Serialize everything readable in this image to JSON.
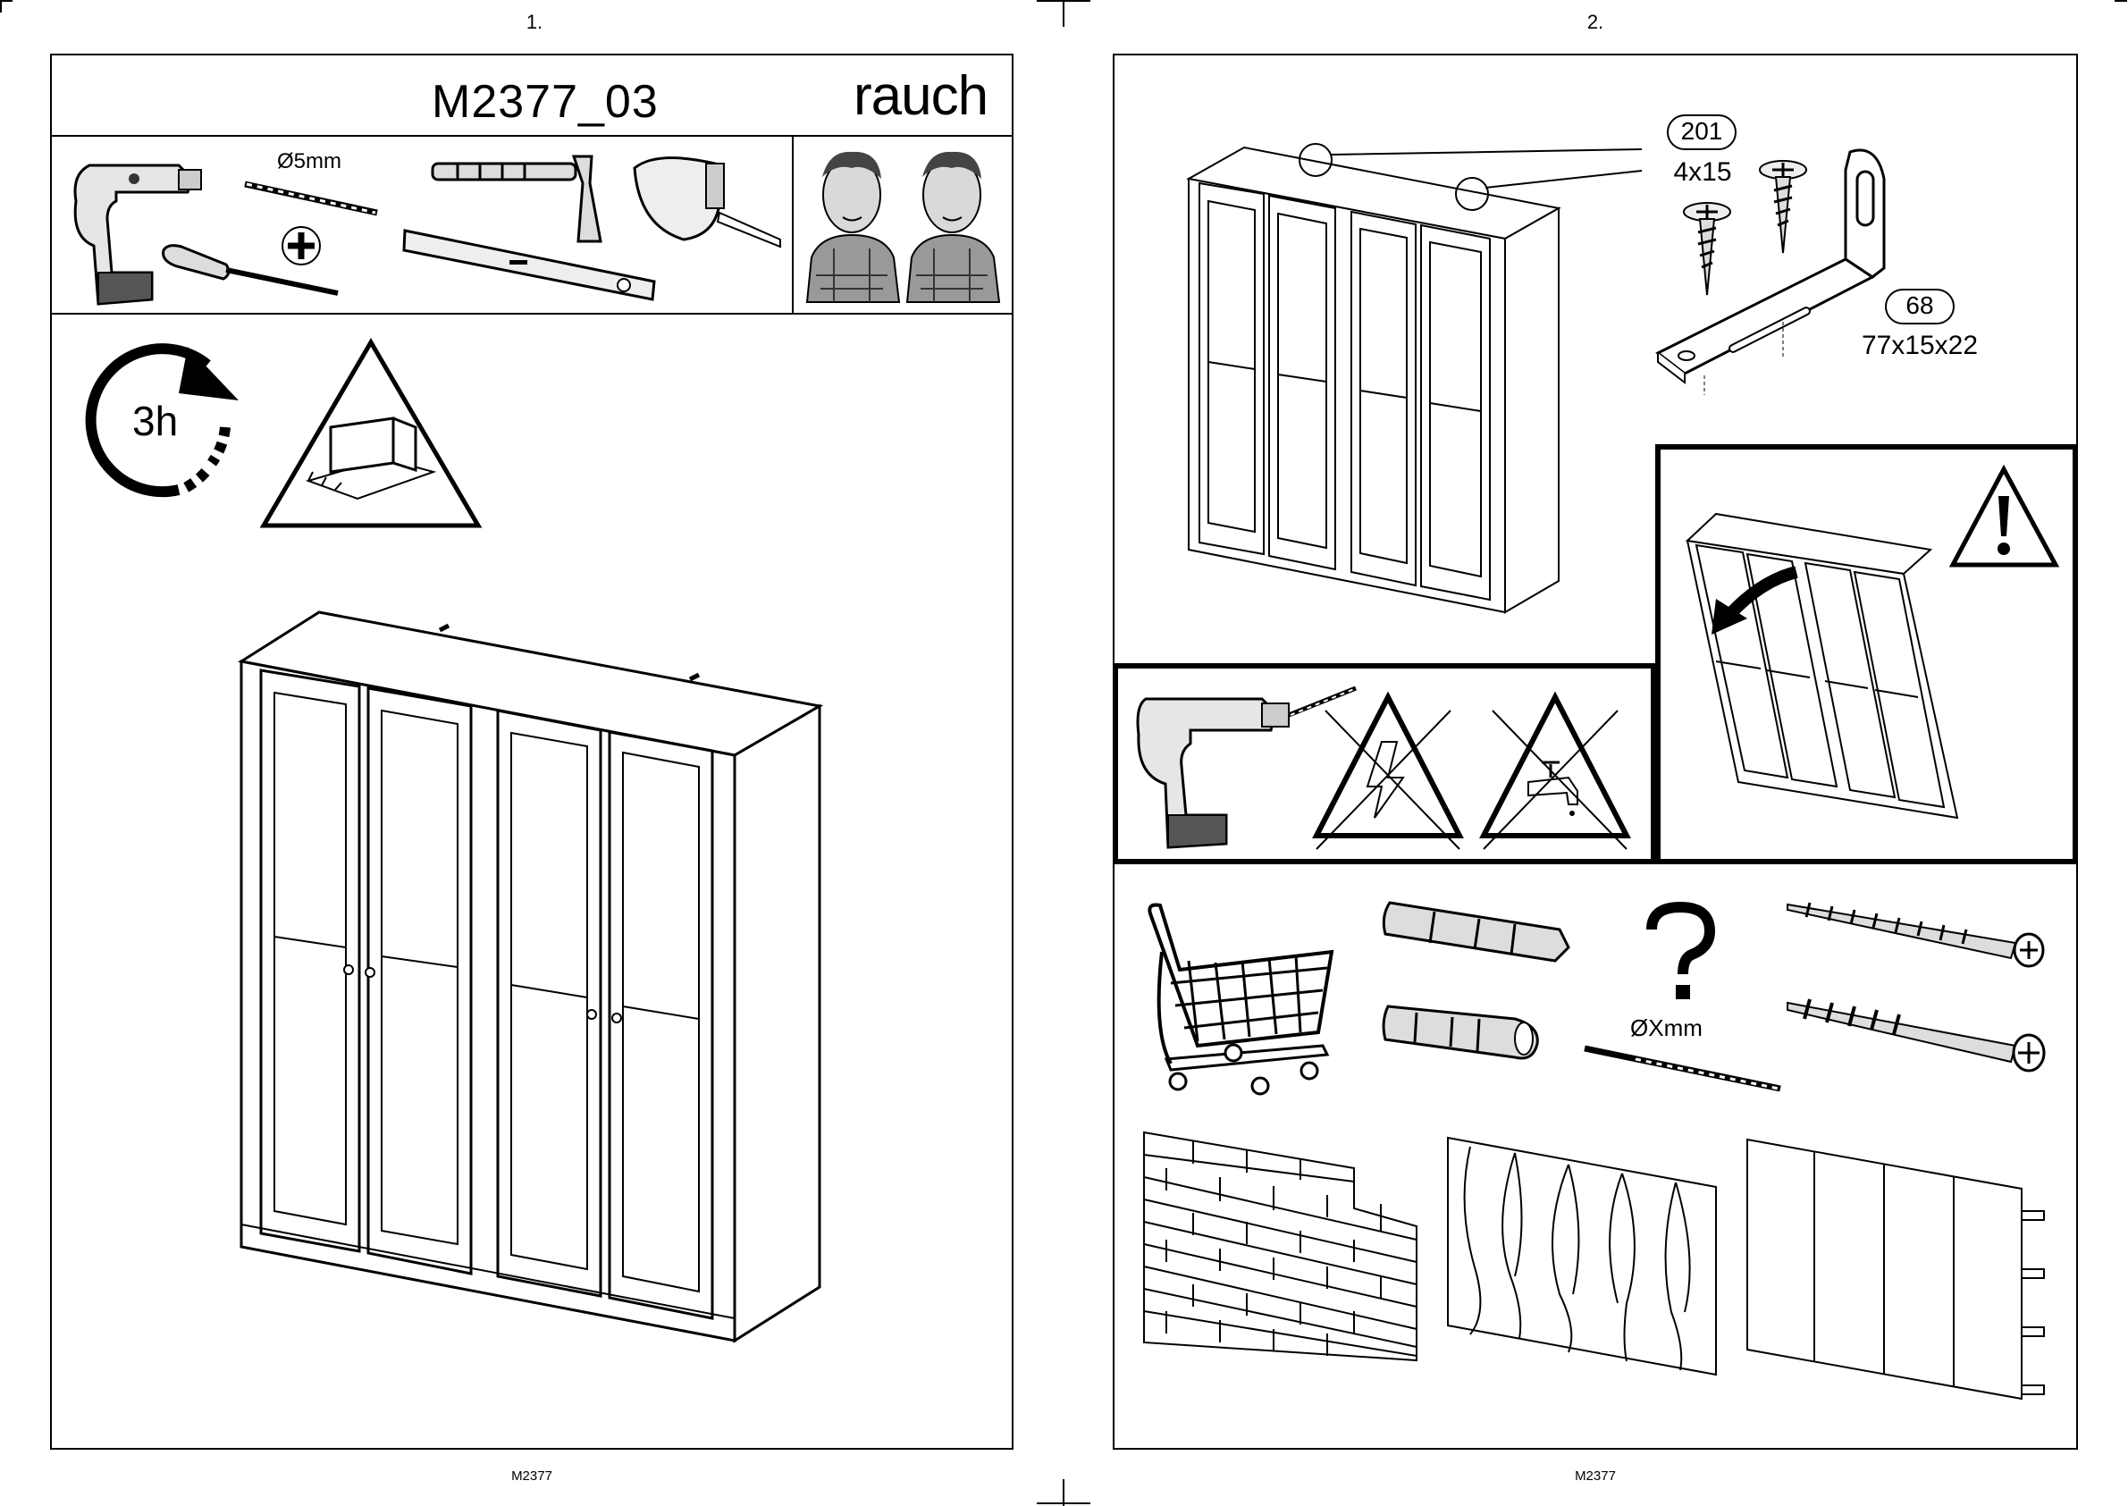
{
  "pages": [
    {
      "number": "1.",
      "footer": "M2377",
      "header": {
        "title": "M2377_03",
        "brand": "rauch"
      },
      "tools": {
        "drill_bit_label": "Ø5mm"
      },
      "time": {
        "label": "3h"
      }
    },
    {
      "number": "2.",
      "footer": "M2377",
      "parts": [
        {
          "id": "201",
          "size": "4x15"
        },
        {
          "id": "68",
          "size": "77x15x22"
        }
      ],
      "fixings": {
        "drill_bit_label": "ØXmm"
      }
    }
  ],
  "icons": [
    "cordless-drill-icon",
    "drill-bit-icon",
    "phillips-screwdriver-icon",
    "hammer-icon",
    "spirit-level-icon",
    "tape-measure-icon",
    "two-person-icon",
    "clock-arrow-icon",
    "soft-surface-warning-icon",
    "wardrobe-illustration",
    "wall-bracket-icon",
    "screw-icon",
    "no-electric-cable-icon",
    "no-water-pipe-icon",
    "tipping-warning-icon",
    "shopping-cart-icon",
    "wall-plug-icon",
    "question-mark-icon",
    "brick-wall-icon",
    "wood-wall-icon",
    "plasterboard-wall-icon"
  ]
}
